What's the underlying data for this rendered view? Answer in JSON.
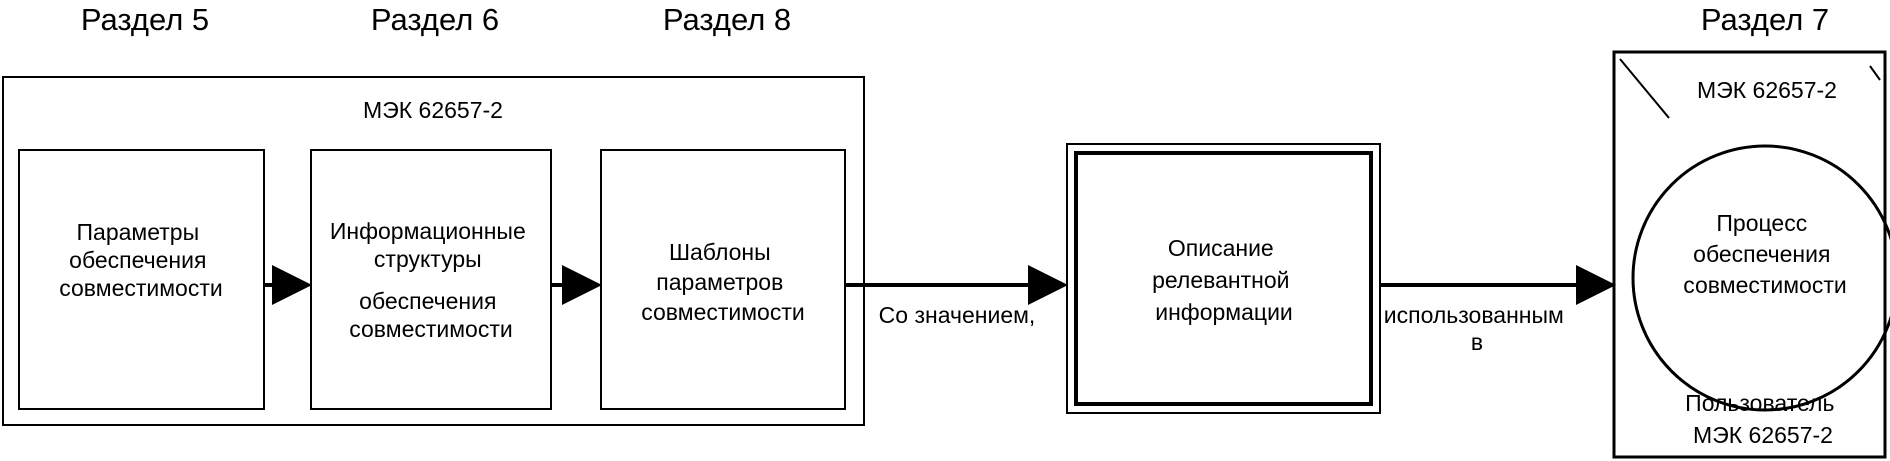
{
  "sections": {
    "s5": "Раздел 5",
    "s6": "Раздел 6",
    "s8": "Раздел 8",
    "s7": "Раздел 7"
  },
  "container": {
    "title": "МЭК 62657-2"
  },
  "boxes": {
    "b1": [
      "Параметры",
      "обеспечения",
      "совместимости"
    ],
    "b2": [
      "Информационные",
      "структуры",
      "обеспечения",
      "совместимости"
    ],
    "b3": [
      "Шаблоны",
      "параметров",
      "совместимости"
    ],
    "b4": [
      "Описание",
      "релевантной",
      "информации"
    ]
  },
  "edges": {
    "with_value": "Со значением,",
    "used_in": [
      "использованным",
      "в"
    ]
  },
  "right_panel": {
    "top_label": "МЭК 62657-2",
    "circle": [
      "Процесс",
      "обеспечения",
      "совместимости"
    ],
    "bottom": [
      "Пользователь",
      "МЭК 62657-2"
    ]
  }
}
